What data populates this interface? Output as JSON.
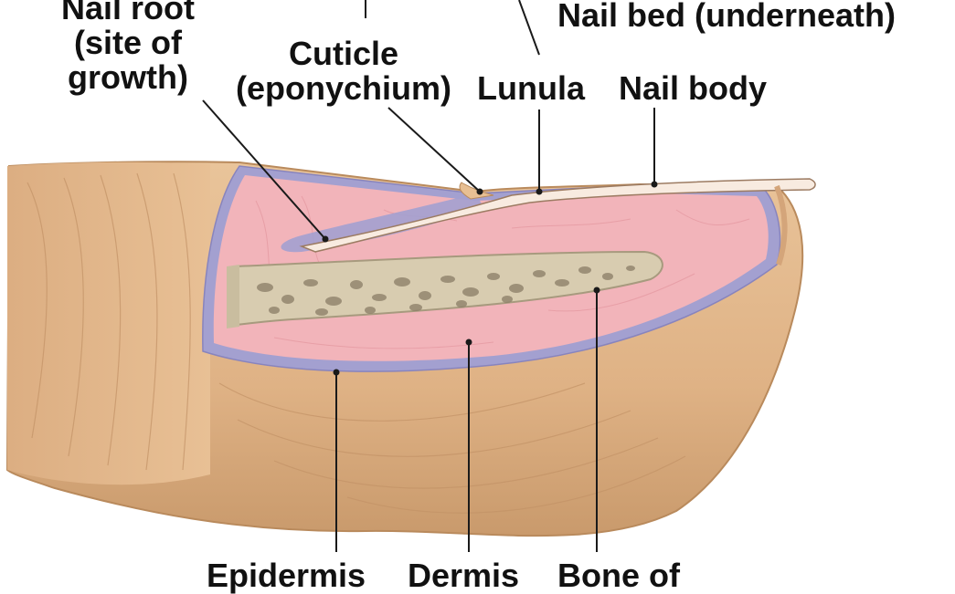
{
  "labels": {
    "nail_root": [
      "Nail root",
      "(site of",
      "growth)"
    ],
    "cuticle": [
      "Cuticle",
      "(eponychium)"
    ],
    "nail_bed": "Nail bed (underneath)",
    "lunula": "Lunula",
    "nail_body": "Nail body",
    "epidermis": "Epidermis",
    "dermis": "Dermis",
    "bone": "Bone of"
  },
  "colors": {
    "skin": "#e7bf93",
    "skin_shadow": "#c99a6c",
    "dermis": "#f2b4ba",
    "epidermis_layer": "#a3a0d0",
    "bone": "#d8ccb0",
    "bone_spots": "#8a7d66",
    "nail": "#f8ebe0"
  }
}
